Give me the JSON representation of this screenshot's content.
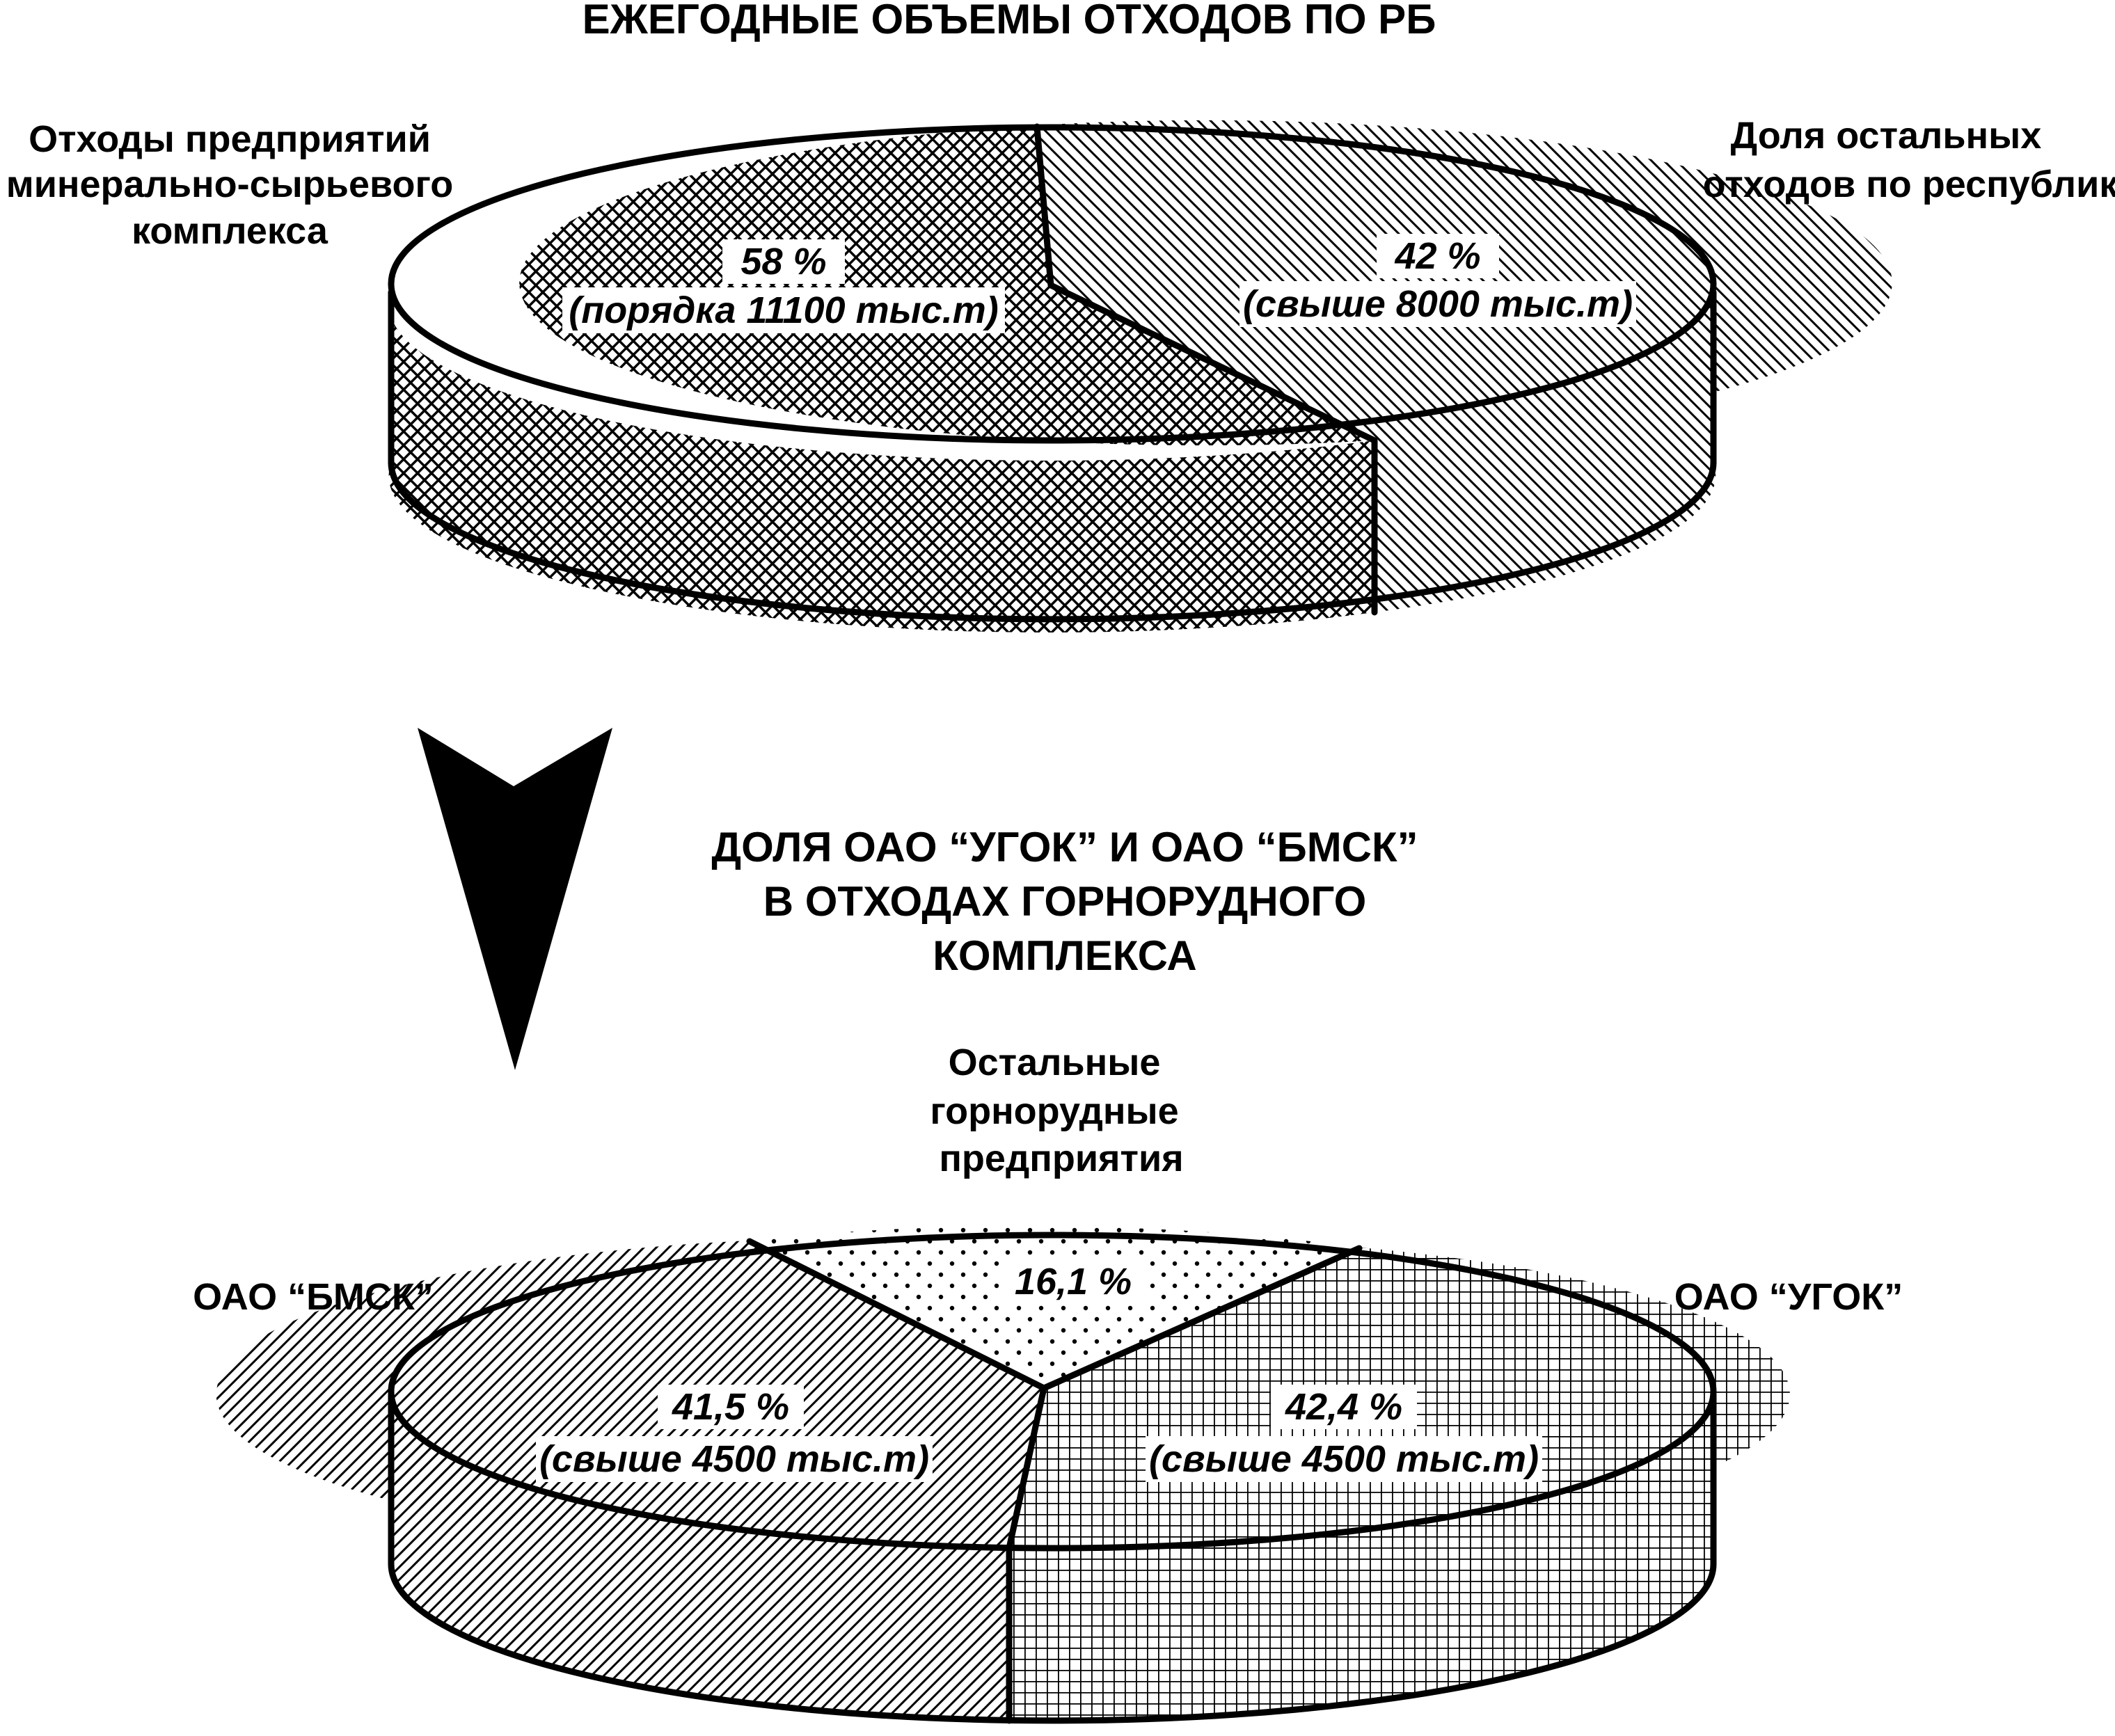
{
  "chart_data": [
    {
      "type": "pie",
      "title": "ЕЖЕГОДНЫЕ ОБЪЕМЫ ОТХОДОВ ПО РБ",
      "series": [
        {
          "name": "Отходы предприятий минерально-сырьевого комплекса",
          "value": 58,
          "percent_label": "58 %",
          "amount_label": "(порядка 11100 тыс.т)",
          "pattern": "crosshatch-diagonal"
        },
        {
          "name": "Доля остальных отходов по республике",
          "value": 42,
          "percent_label": "42 %",
          "amount_label": "(свыше 8000 тыс.т)",
          "pattern": "hatch-backslash"
        }
      ]
    },
    {
      "type": "pie",
      "title": "ДОЛЯ ОАО “УГОК” И ОАО “БМСК” В ОТХОДАХ ГОРНОРУДНОГО КОМПЛЕКСА",
      "series": [
        {
          "name": "Остальные горнорудные предприятия",
          "value": 16.1,
          "percent_label": "16,1 %",
          "amount_label": "",
          "pattern": "dots"
        },
        {
          "name": "ОАО “УГОК”",
          "value": 42.4,
          "percent_label": "42,4 %",
          "amount_label": "(свыше 4500 тыс.т)",
          "pattern": "grid"
        },
        {
          "name": "ОАО “БМСК”",
          "value": 41.5,
          "percent_label": "41,5 %",
          "amount_label": "(свыше 4500 тыс.т)",
          "pattern": "hatch-slash"
        }
      ]
    }
  ],
  "labels": {
    "title1": "ЕЖЕГОДНЫЕ ОБЪЕМЫ ОТХОДОВ ПО РБ",
    "title2_lines": [
      "ДОЛЯ ОАО “УГОК” И ОАО “БМСК”",
      "В ОТХОДАХ ГОРНОРУДНОГО",
      "КОМПЛЕКСА"
    ],
    "mineral_lines": [
      "Отходы предприятий",
      "минерально-сырьевого",
      "комплекса"
    ],
    "rest_lines": [
      "Доля остальных",
      "отходов по республике"
    ],
    "other_mining_lines": [
      "Остальные",
      "горнорудные",
      "предприятия"
    ],
    "bmsk": "ОАО “БМСК”",
    "ugok": "ОАО “УГОК”",
    "pct_58": "58 %",
    "amt_11100": "(порядка 11100 тыс.т)",
    "pct_42": "42 %",
    "amt_8000": "(свыше 8000 тыс.т)",
    "pct_16": "16,1 %",
    "pct_41": "41,5 %",
    "amt_bmsk": "(свыше 4500 тыс.т)",
    "pct_42_4": "42,4 %",
    "amt_ugok": "(свыше 4500 тыс.т)"
  },
  "colors": {
    "ink": "#000000",
    "paper": "#ffffff"
  }
}
